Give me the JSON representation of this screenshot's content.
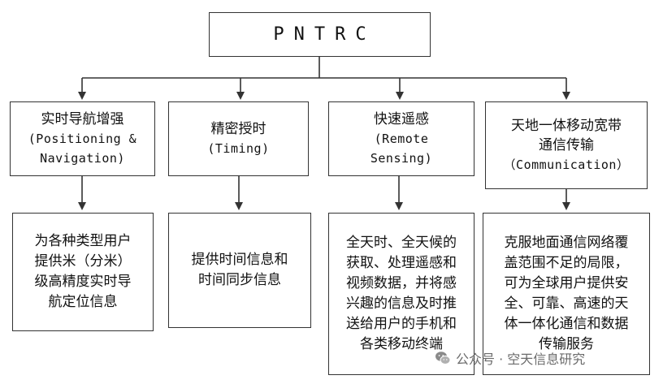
{
  "root": {
    "title": "PNTRC"
  },
  "branches": [
    {
      "title_lines": [
        "实时导航增强"
      ],
      "subtitle_lines": [
        "(Positioning &",
        "Navigation)"
      ],
      "description_lines": [
        "为各种类型用户",
        "提供米（分米）",
        "级高精度实时导",
        "航定位信息"
      ]
    },
    {
      "title_lines": [
        "精密授时"
      ],
      "subtitle_lines": [
        "(Timing)"
      ],
      "description_lines": [
        "提供时间信息和",
        "时间同步信息"
      ]
    },
    {
      "title_lines": [
        "快速遥感"
      ],
      "subtitle_lines": [
        "(Remote",
        "Sensing)"
      ],
      "description_lines": [
        "全天时、全天候的",
        "获取、处理遥感和",
        "视频数据，并将感",
        "兴趣的信息及时推",
        "送给用户的手机和",
        "各类移动终端"
      ]
    },
    {
      "title_lines": [
        "天地一体移动宽带",
        "通信传输"
      ],
      "subtitle_lines": [
        "（Communication）"
      ],
      "description_lines": [
        "克服地面通信网络覆",
        "盖范围不足的局限，",
        "可为全球用户提供安",
        "全、可靠、高速的天",
        "体一体化通信和数据",
        "传输服务"
      ]
    }
  ],
  "watermark": {
    "text": "公众号 · 空天信息研究",
    "icon": "wechat-icon"
  }
}
